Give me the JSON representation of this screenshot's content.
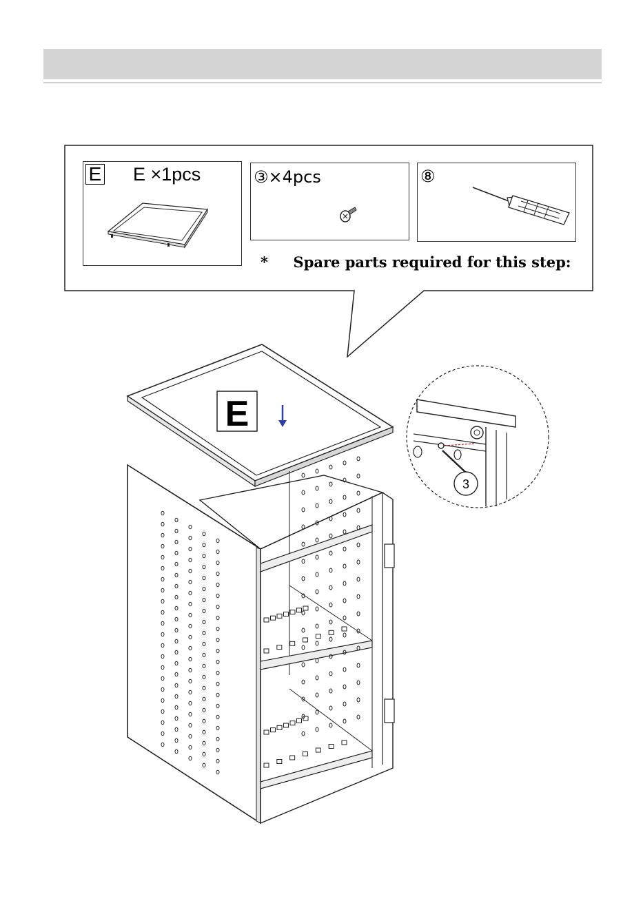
{
  "step_callout": {
    "part_e": {
      "badge": "E",
      "count_label": "E ×1pcs"
    },
    "part_screw": {
      "count_label": "③×4pcs",
      "icon": "screw-icon"
    },
    "part_tool": {
      "count_label": "⑧",
      "icon": "screwdriver-icon"
    },
    "note": "*     Spare parts required for this step:"
  },
  "diagram": {
    "panel_label": "E",
    "detail_callout_number": "3",
    "arrow_color": "#2e3f9e"
  }
}
